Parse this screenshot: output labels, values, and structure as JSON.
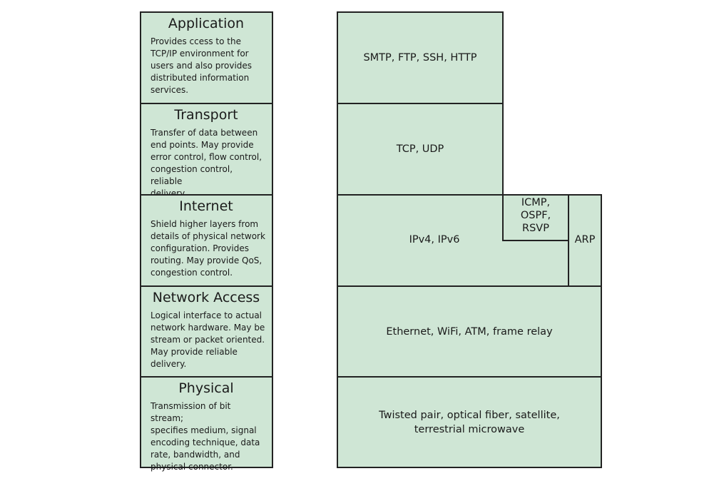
{
  "colors": {
    "box_fill": "#cfe6d5",
    "border": "#222222"
  },
  "layers": [
    {
      "title": "Application",
      "description": "Provides ccess to the\nTCP/IP environment for\nusers and also provides\ndistributed information\nservices."
    },
    {
      "title": "Transport",
      "description": "Transfer of data between\nend points. May provide\nerror control, flow control,\ncongestion control, reliable\ndelivery."
    },
    {
      "title": "Internet",
      "description": "Shield higher layers from\ndetails of physical network\nconfiguration. Provides\nrouting. May provide QoS,\ncongestion control."
    },
    {
      "title": "Network Access",
      "description": "Logical interface to actual\nnetwork hardware. May be\nstream or packet oriented.\nMay provide reliable\ndelivery."
    },
    {
      "title": "Physical",
      "description": "Transmission of bit stream;\nspecifies medium, signal\nencoding technique, data\nrate, bandwidth, and\nphysical connector."
    }
  ],
  "protocols": {
    "application": "SMTP, FTP, SSH, HTTP",
    "transport": "TCP, UDP",
    "internet": "IPv4, IPv6",
    "internet_control": "ICMP,\nOSPF,\nRSVP",
    "arp": "ARP",
    "network_access": "Ethernet, WiFi, ATM, frame relay",
    "physical": "Twisted pair, optical fiber, satellite,\nterrestrial microwave"
  }
}
